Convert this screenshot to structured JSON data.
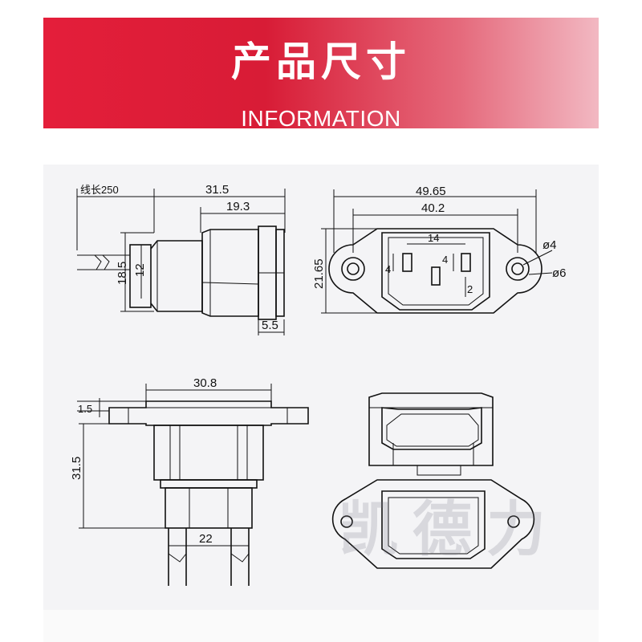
{
  "banner": {
    "title": "产品尺寸",
    "subtitle": "INFORMATION"
  },
  "watermark": "凯德力",
  "side_view": {
    "cable_length_label": "线长250",
    "overall_length": "31.5",
    "body_length": "19.3",
    "outer_height": "18.5",
    "inner_height": "12",
    "flange_thickness": "5.5"
  },
  "front_view": {
    "overall_width": "49.65",
    "hole_spacing": "40.2",
    "height": "21.65",
    "inner_width": "14",
    "pin_dim_a": "4",
    "pin_dim_b": "4",
    "pin_dim_c": "2",
    "small_hole": "ø4",
    "large_hole": "ø6"
  },
  "bottom_view": {
    "flange_width": "30.8",
    "flange_thickness": "1.5",
    "overall_height": "31.5",
    "terminal_spacing": "22"
  }
}
